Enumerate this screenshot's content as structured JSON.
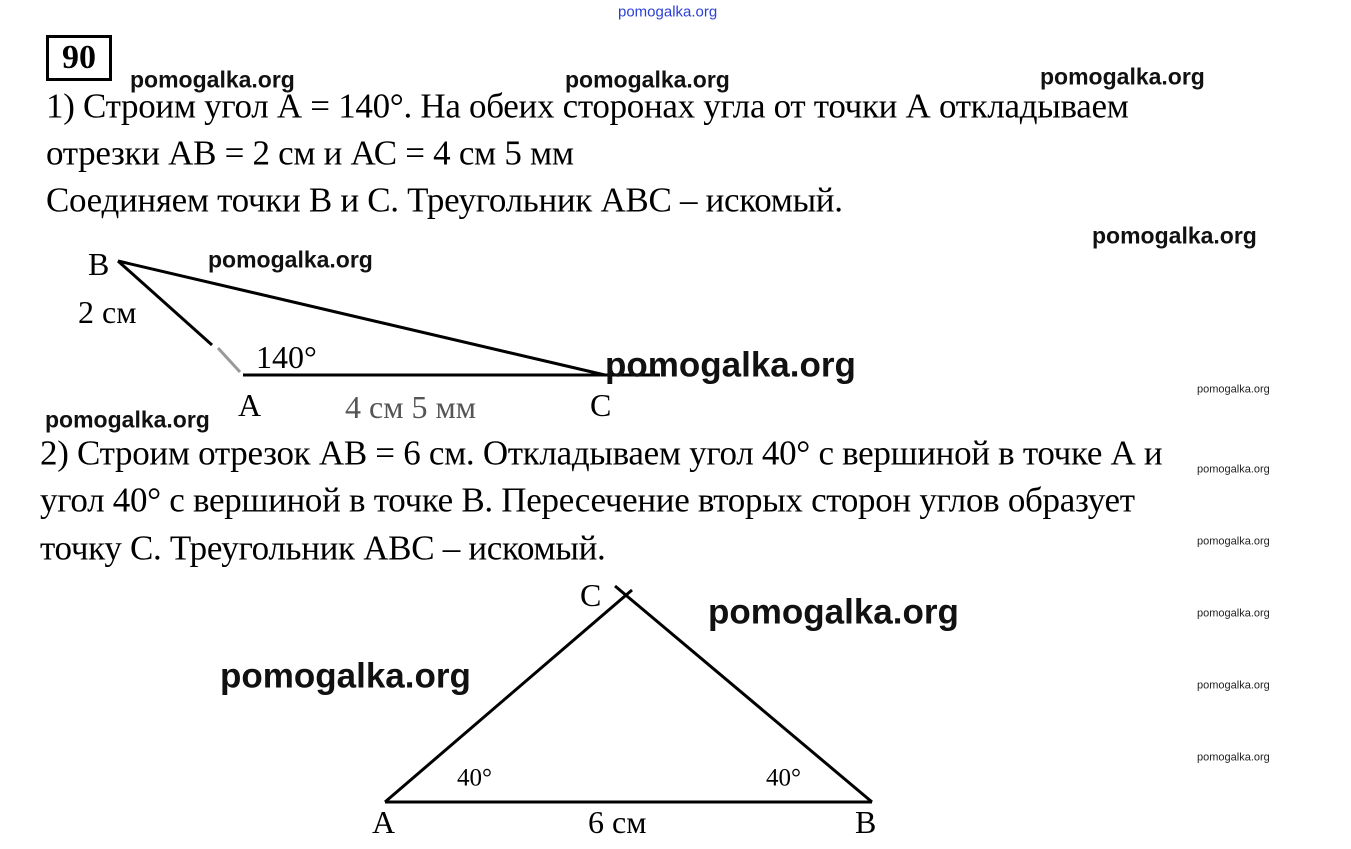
{
  "problem_number": "90",
  "watermark": "pomogalka.org",
  "part1": {
    "lines": [
      "1) Строим угол А = 140°. На обеих сторонах угла от точки А откладываем",
      "отрезки АВ = 2 см и АС = 4 см 5 мм",
      "Соединяем точки В и С. Треугольник  АВС – искомый."
    ],
    "figure": {
      "B": "B",
      "A": "A",
      "C": "C",
      "ab_length": "2 см",
      "angle": "140°",
      "ac_length": "4 см 5 мм"
    }
  },
  "part2": {
    "lines": [
      "2) Строим отрезок АВ = 6 см. Откладываем угол 40° с вершиной в точке А и",
      "угол 40° с вершиной в точке В. Пересечение вторых сторон углов образует",
      "точку С. Треугольник АВС – искомый."
    ],
    "figure": {
      "C": "C",
      "A": "A",
      "B": "B",
      "angle_a": "40°",
      "angle_b": "40°",
      "ab_length": "6 см"
    }
  },
  "colors": {
    "watermark_top": "#2b3fd6"
  }
}
